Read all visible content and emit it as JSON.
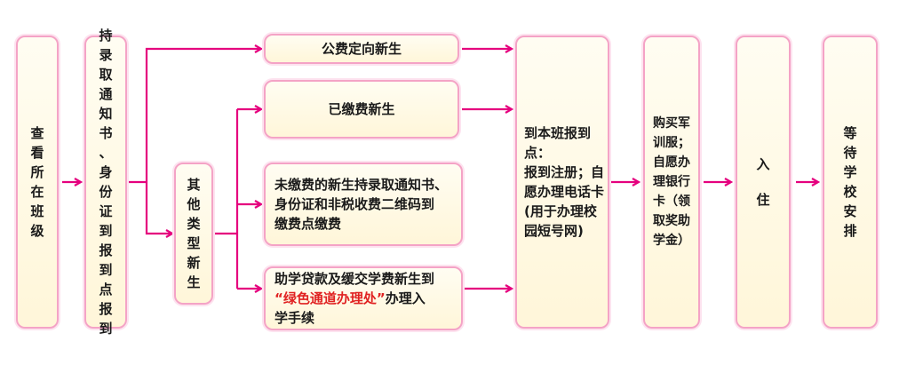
{
  "colors": {
    "arrow": "#e5007e",
    "border": "#f4a3c6",
    "highlight": "#e02222"
  },
  "steps": {
    "check_class": "查看所在班级",
    "bring_docs": "持录取通知书、身份证到报到点报到",
    "other_types": "其他类型新生",
    "public_funded": "公费定向新生",
    "paid": "已缴费新生",
    "unpaid_line1": "未缴费的新生持录取通知书、",
    "unpaid_line2": "身份证和非税收费二维码到",
    "unpaid_line3": "缴费点缴费",
    "loan_line1": "助学贷款及缓交学费新生到",
    "loan_highlight": "“绿色通道办理处”",
    "loan_line2_tail": "办理入",
    "loan_line3": "学手续",
    "register_line1": "到本班报到点：",
    "register_line2": "报到注册；自",
    "register_line3": "愿办理电话卡",
    "register_line4": "(用于办理校",
    "register_line5": "园短号网)",
    "bank_line1": "购买军",
    "bank_line2": "训服；",
    "bank_line3": "自愿办",
    "bank_line4": "理银行",
    "bank_line5": "卡（领",
    "bank_line6": "取奖助",
    "bank_line7": "学金）",
    "checkin": "入住",
    "wait": "等待学校安排"
  }
}
